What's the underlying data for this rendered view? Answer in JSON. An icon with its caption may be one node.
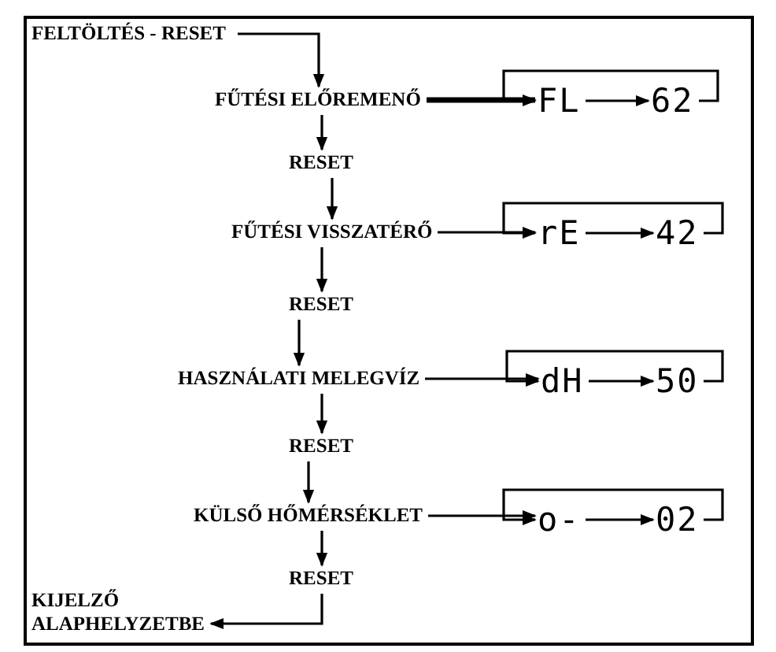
{
  "diagram": {
    "nodes": [
      {
        "text": [
          "FELTÖLTÉS - RESET"
        ]
      },
      {
        "text": [
          "FŰTÉSI ELŐREMENŐ"
        ]
      },
      {
        "text": [
          "FL"
        ]
      },
      {
        "text": [
          "62"
        ]
      },
      {
        "text": [
          "RESET"
        ]
      },
      {
        "text": [
          "FŰTÉSI VISSZATÉRŐ"
        ]
      },
      {
        "text": [
          "rE"
        ]
      },
      {
        "text": [
          "42"
        ]
      },
      {
        "text": [
          "RESET"
        ]
      },
      {
        "text": [
          "HASZNÁLATI MELEGVÍZ"
        ]
      },
      {
        "text": [
          "dH"
        ]
      },
      {
        "text": [
          "50"
        ]
      },
      {
        "text": [
          "RESET"
        ]
      },
      {
        "text": [
          "KÜLSŐ HŐMÉRSÉKLET"
        ]
      },
      {
        "text": [
          "o-"
        ]
      },
      {
        "text": [
          "02"
        ]
      },
      {
        "text": [
          "RESET"
        ]
      },
      {
        "text": [
          "KIJELZŐ ALAPHELYZETBE"
        ]
      }
    ],
    "edges": [
      {
        "from": 0,
        "to": 1,
        "arrow": "to"
      },
      {
        "from": 1,
        "to": 2,
        "arrow": "to",
        "style": "thick"
      },
      {
        "from": 2,
        "to": 3,
        "arrow": "to"
      },
      {
        "from": 3,
        "to": 2,
        "arrow": "to"
      },
      {
        "from": 1,
        "to": 4,
        "arrow": "to"
      },
      {
        "from": 4,
        "to": 5,
        "arrow": "to"
      },
      {
        "from": 5,
        "to": 6,
        "arrow": "to"
      },
      {
        "from": 6,
        "to": 7,
        "arrow": "to"
      },
      {
        "from": 7,
        "to": 6,
        "arrow": "to"
      },
      {
        "from": 5,
        "to": 8,
        "arrow": "to"
      },
      {
        "from": 8,
        "to": 9,
        "arrow": "to"
      },
      {
        "from": 9,
        "to": 10,
        "arrow": "to"
      },
      {
        "from": 10,
        "to": 11,
        "arrow": "to"
      },
      {
        "from": 11,
        "to": 10,
        "arrow": "to"
      },
      {
        "from": 9,
        "to": 12,
        "arrow": "to"
      },
      {
        "from": 12,
        "to": 13,
        "arrow": "to"
      },
      {
        "from": 13,
        "to": 14,
        "arrow": "to"
      },
      {
        "from": 14,
        "to": 15,
        "arrow": "to"
      },
      {
        "from": 15,
        "to": 14,
        "arrow": "to"
      },
      {
        "from": 13,
        "to": 16,
        "arrow": "to"
      },
      {
        "from": 16,
        "to": 17,
        "arrow": "to"
      }
    ]
  }
}
